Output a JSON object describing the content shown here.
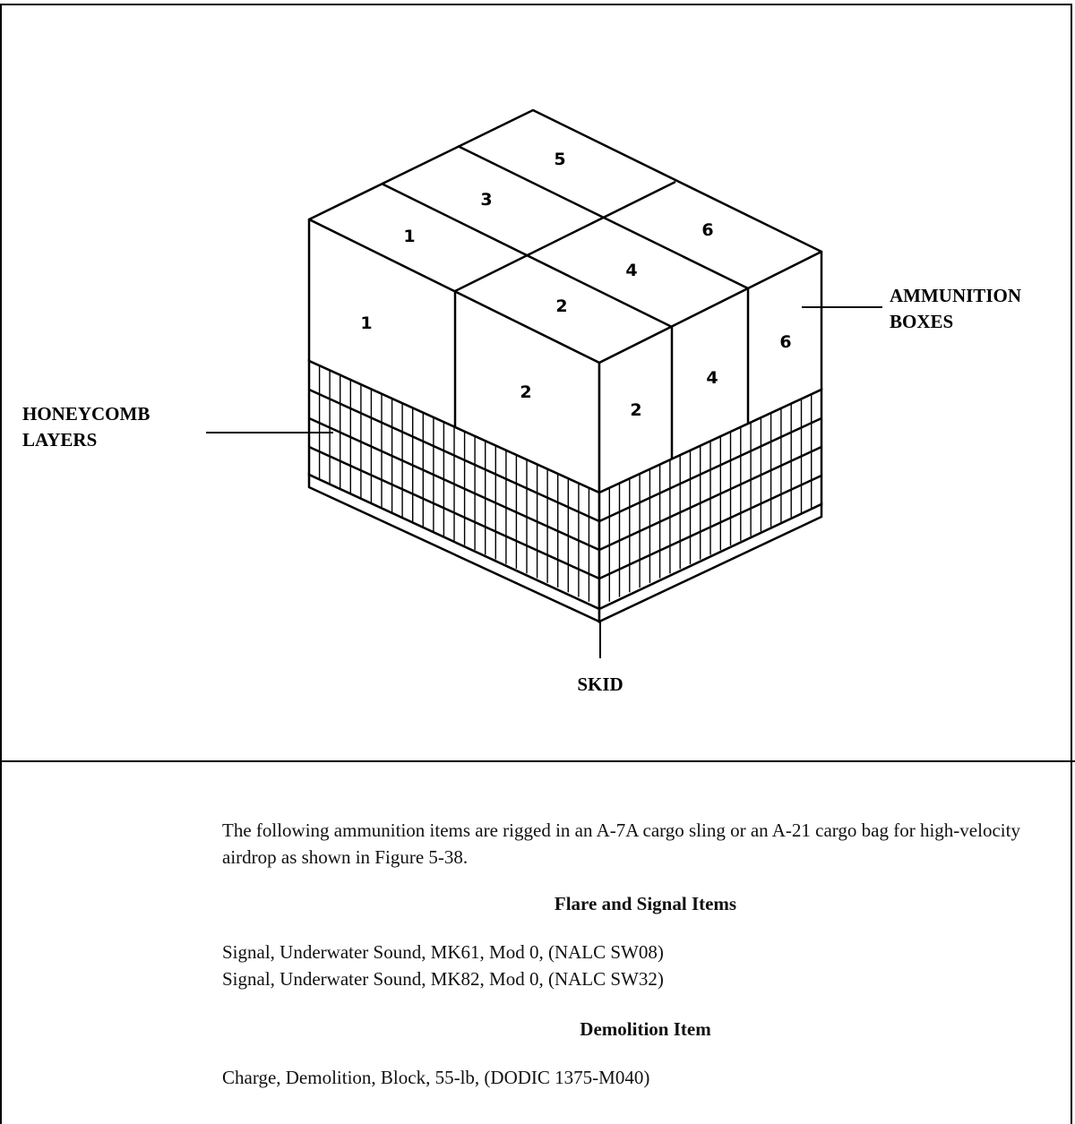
{
  "diagram": {
    "top_labels": [
      "5",
      "3",
      "1",
      "6",
      "4",
      "2"
    ],
    "front_left_labels": [
      "1",
      "2"
    ],
    "front_right_labels": [
      "2",
      "4",
      "6"
    ],
    "callouts": {
      "ammunition_boxes": [
        "AMMUNITION",
        "BOXES"
      ],
      "honeycomb_layers": [
        "HONEYCOMB",
        "LAYERS"
      ],
      "skid": "SKID"
    }
  },
  "text": {
    "intro": "The following ammunition items are rigged in an A-7A cargo sling or an A-21 cargo bag for high-velocity airdrop as shown in Figure 5-38.",
    "section1_title": "Flare and Signal Items",
    "section1_items": [
      "Signal, Underwater Sound, MK61, Mod 0, (NALC SW08)",
      "Signal, Underwater Sound, MK82, Mod 0, (NALC SW32)"
    ],
    "section2_title": "Demolition Item",
    "section2_items": [
      "Charge, Demolition, Block, 55-lb, (DODIC 1375-M040)"
    ]
  }
}
